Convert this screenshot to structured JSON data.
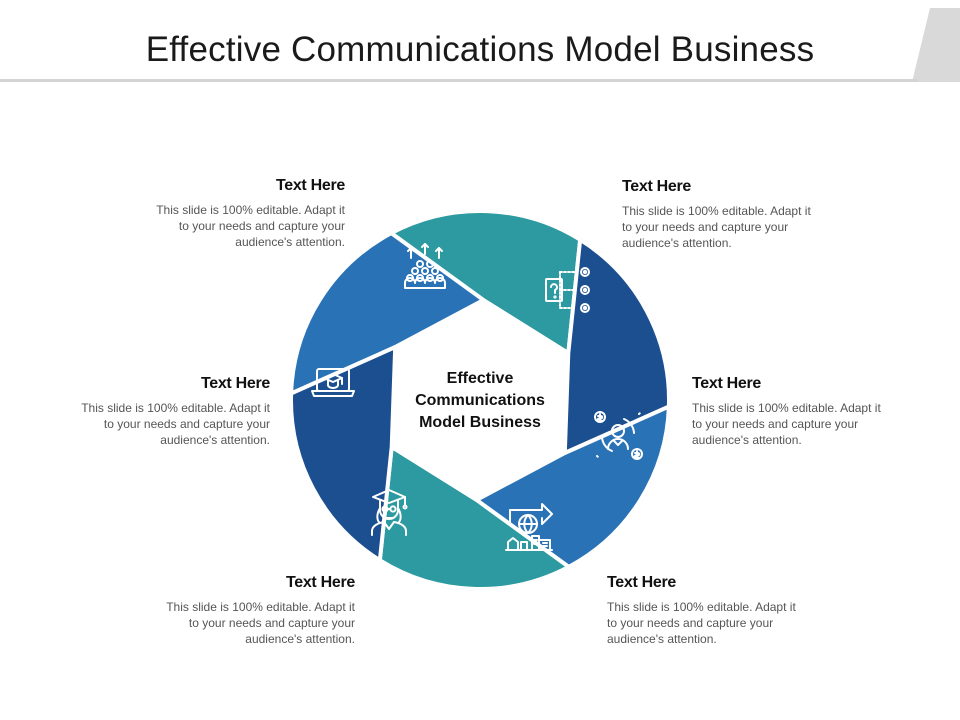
{
  "title": "Effective Communications Model Business",
  "center_label": [
    "Effective",
    "Communications",
    "Model Business"
  ],
  "colors": {
    "teal": "#2c9aa0",
    "dark_blue": "#1c4f8f",
    "mid_blue": "#2a72b6",
    "corner_gray": "#d9d9d9"
  },
  "blocks": [
    {
      "heading": "Text Here",
      "lines": [
        "This slide is 100% editable. Adapt it",
        "to your needs and capture your",
        "audience's attention."
      ]
    },
    {
      "heading": "Text Here",
      "lines": [
        "This slide is 100% editable. Adapt it",
        "to your needs and capture your",
        "audience's attention."
      ]
    },
    {
      "heading": "Text Here",
      "lines": [
        "This slide is 100% editable. Adapt it",
        "to your needs and capture your",
        "audience's attention."
      ]
    },
    {
      "heading": "Text Here",
      "lines": [
        "This slide is 100% editable. Adapt it",
        "to your needs and capture your",
        "audience's attention."
      ]
    },
    {
      "heading": "Text Here",
      "lines": [
        "This slide is 100% editable. Adapt it",
        "to your needs and capture your",
        "audience's attention."
      ]
    },
    {
      "heading": "Text Here",
      "lines": [
        "This slide is 100% editable. Adapt it",
        "to your needs and capture your",
        "audience's attention."
      ]
    }
  ],
  "segments": [
    {
      "color": "teal",
      "icon": "audience-growth-icon"
    },
    {
      "color": "dark_blue",
      "icon": "question-options-icon"
    },
    {
      "color": "mid_blue",
      "icon": "money-cycle-user-icon"
    },
    {
      "color": "teal",
      "icon": "global-city-icon"
    },
    {
      "color": "dark_blue",
      "icon": "graduate-icon"
    },
    {
      "color": "mid_blue",
      "icon": "online-education-laptop-icon"
    }
  ]
}
